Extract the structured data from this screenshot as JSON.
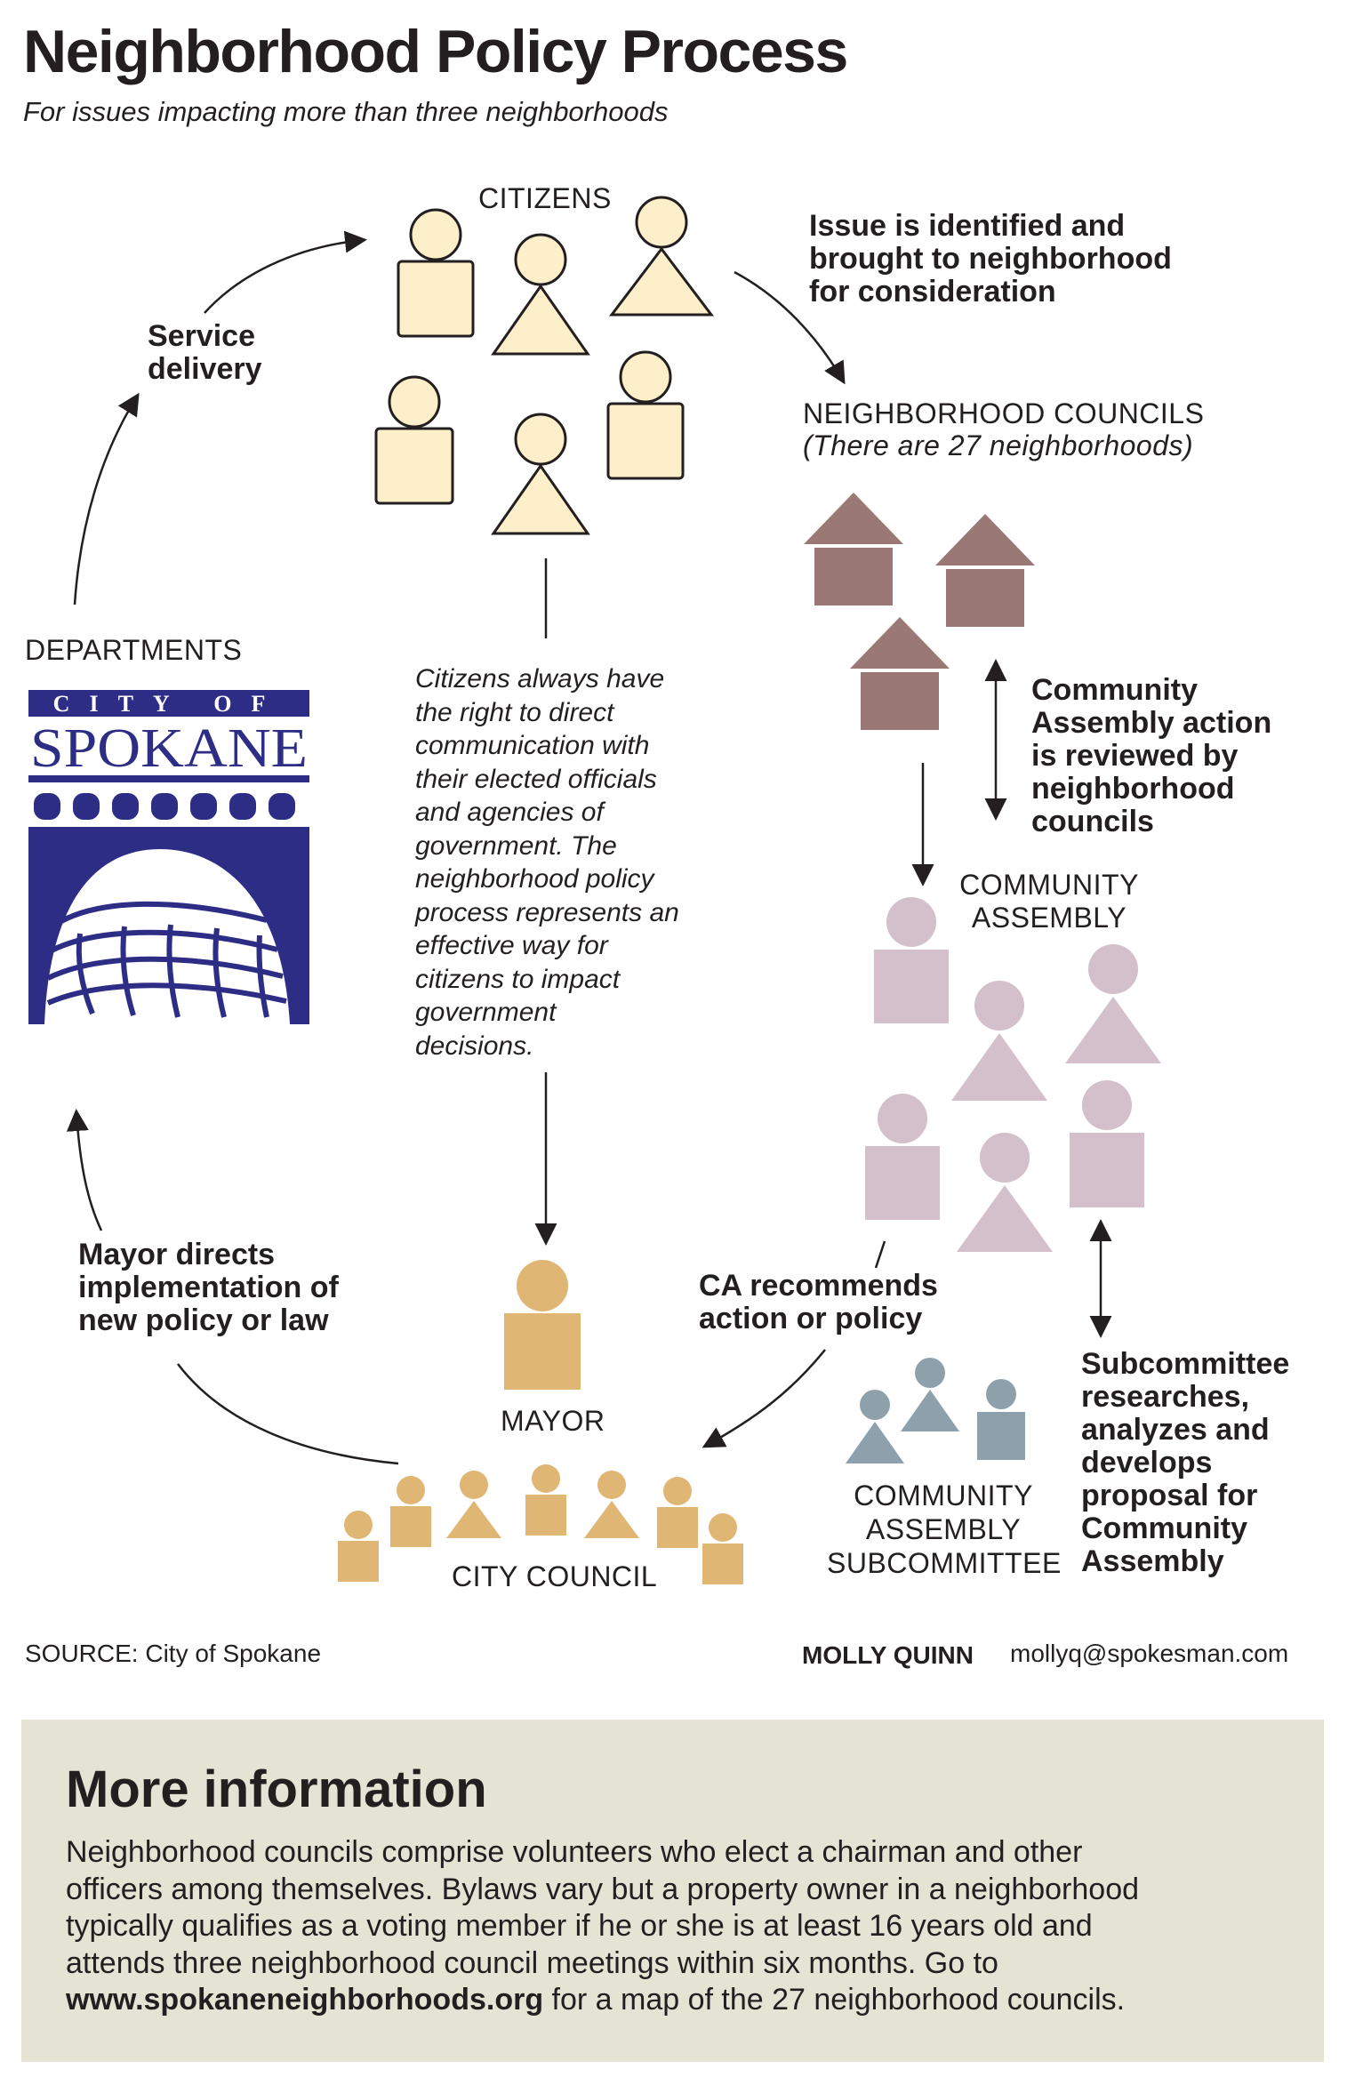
{
  "title": "Neighborhood Policy Process",
  "subtitle": "For issues impacting more than three neighborhoods",
  "nodes": {
    "citizens": "CITIZENS",
    "neighborhood_councils": "NEIGHBORHOOD COUNCILS",
    "neighborhood_councils_note": "(There are 27 neighborhoods)",
    "community_assembly": [
      "COMMUNITY",
      "ASSEMBLY"
    ],
    "subcommittee": [
      "COMMUNITY",
      "ASSEMBLY",
      "SUBCOMMITTEE"
    ],
    "mayor": "MAYOR",
    "city_council": "CITY COUNCIL",
    "departments": "DEPARTMENTS"
  },
  "steps": {
    "issue_identified": [
      "Issue is identified and",
      "brought to neighborhood",
      "for consideration"
    ],
    "ca_reviewed": [
      "Community",
      "Assembly action",
      "is reviewed by",
      "neighborhood",
      "councils"
    ],
    "subcommittee_researches": [
      "Subcommittee",
      "researches,",
      "analyzes and",
      "develops",
      "proposal for",
      "Community",
      "Assembly"
    ],
    "ca_recommends": [
      "CA recommends",
      "action or policy"
    ],
    "mayor_directs": [
      "Mayor directs",
      "implementation of",
      "new policy or law"
    ],
    "service_delivery": [
      "Service",
      "delivery"
    ]
  },
  "citizens_note": [
    "Citizens always have",
    "the right to direct",
    "communication with",
    "their elected officials",
    "and agencies of",
    "government. The",
    "neighborhood policy",
    "process represents an",
    "effective way for",
    "citizens to impact",
    "government",
    "decisions."
  ],
  "logo": {
    "top_text": "CITY OF",
    "name": "SPOKANE"
  },
  "source": "SOURCE: City of Spokane",
  "author": "MOLLY QUINN",
  "email": "mollyq@spokesman.com",
  "more_info": {
    "title": "More information",
    "lines": [
      "Neighborhood councils comprise volunteers who elect a chairman and other",
      "officers among themselves. Bylaws vary but a property owner in a neighborhood",
      "typically qualifies as a voting member if he or she is at least 16 years old and",
      "attends three neighborhood council meetings within six months. Go to"
    ],
    "link": "www.spokaneneighborhoods.org",
    "link_suffix": " for a map of the 27 neighborhood councils."
  },
  "colors": {
    "citizens_fill": "#fdefca",
    "house": "#9a7876",
    "assembly": "#d4c0ca",
    "subcommittee": "#8ea0ac",
    "mayor": "#e0b674",
    "logo_blue": "#2d2d86",
    "info_bg": "#e4e3d4"
  }
}
